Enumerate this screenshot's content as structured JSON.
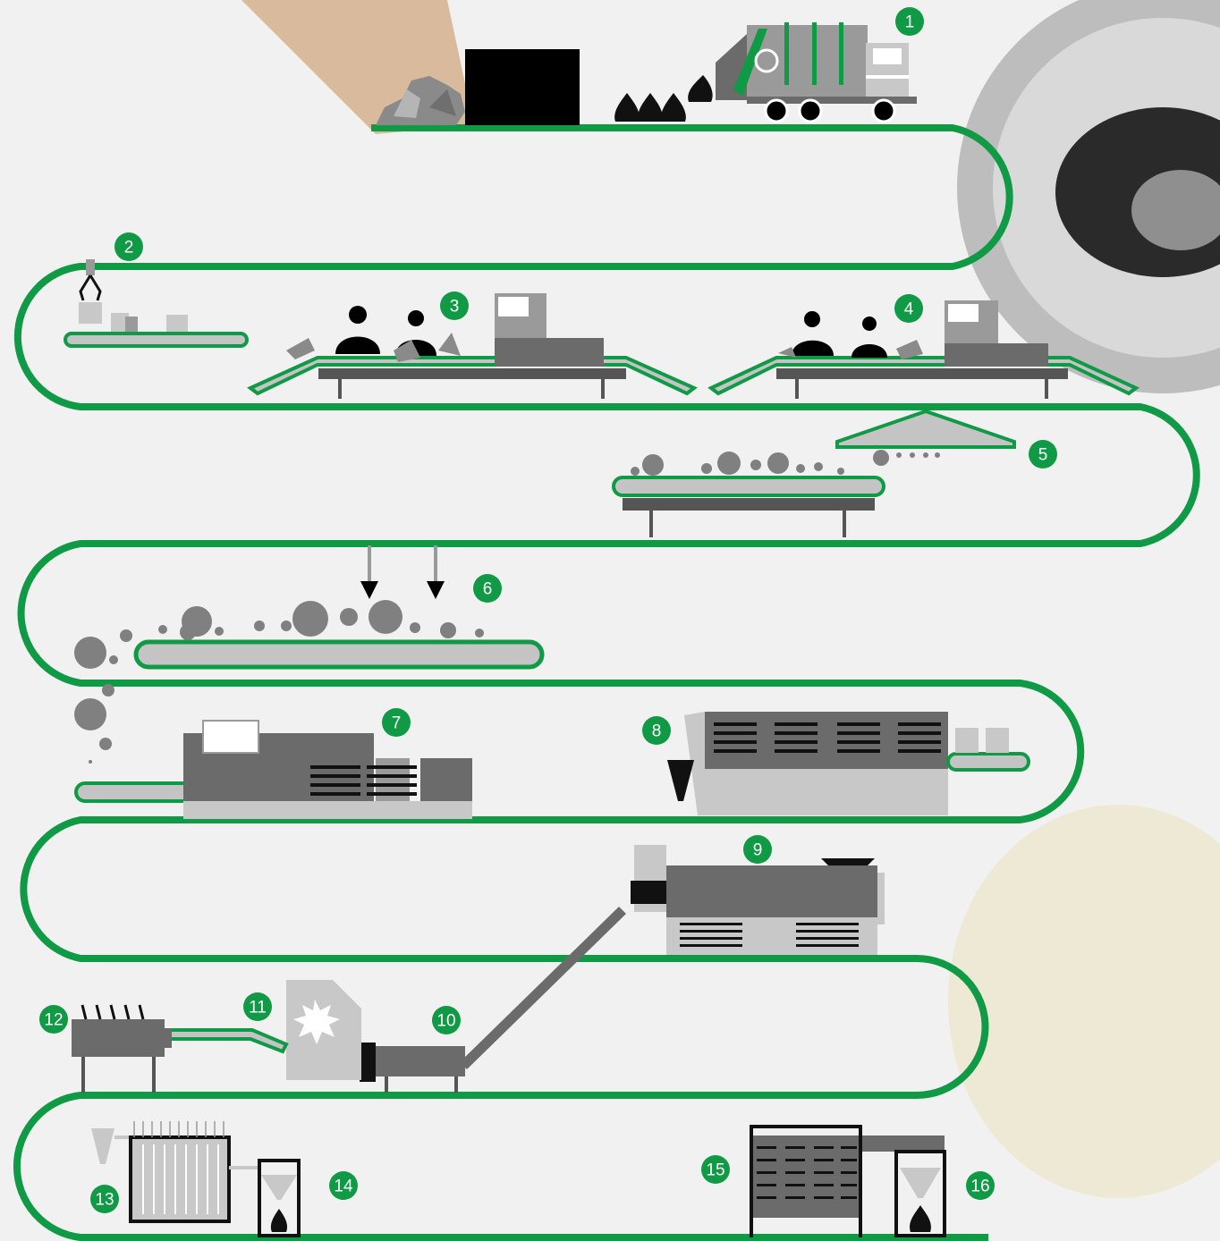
{
  "colors": {
    "accent": "#109a46",
    "machine_dark": "#6b6b6b",
    "machine_mid": "#9a9a9a",
    "machine_light": "#c8c8c8",
    "belt_fill": "#c4c4c4",
    "black": "#111111",
    "background": "#f1f1f1"
  },
  "steps": [
    {
      "number": "1",
      "icon": "garbage-truck-icon"
    },
    {
      "number": "2",
      "icon": "grabber-claw-icon"
    },
    {
      "number": "3",
      "icon": "manual-sorting-station-icon"
    },
    {
      "number": "4",
      "icon": "manual-sorting-station-icon"
    },
    {
      "number": "5",
      "icon": "trommel-screen-icon"
    },
    {
      "number": "6",
      "icon": "magnetic-separator-icon"
    },
    {
      "number": "7",
      "icon": "eddy-current-separator-icon"
    },
    {
      "number": "8",
      "icon": "baler-icon"
    },
    {
      "number": "9",
      "icon": "shredder-icon"
    },
    {
      "number": "10",
      "icon": "screw-conveyor-icon"
    },
    {
      "number": "11",
      "icon": "crusher-icon"
    },
    {
      "number": "12",
      "icon": "delacquering-kiln-icon"
    },
    {
      "number": "13",
      "icon": "melting-furnace-icon"
    },
    {
      "number": "14",
      "icon": "dross-hopper-icon"
    },
    {
      "number": "15",
      "icon": "casting-machine-icon"
    },
    {
      "number": "16",
      "icon": "collection-hopper-icon"
    }
  ]
}
